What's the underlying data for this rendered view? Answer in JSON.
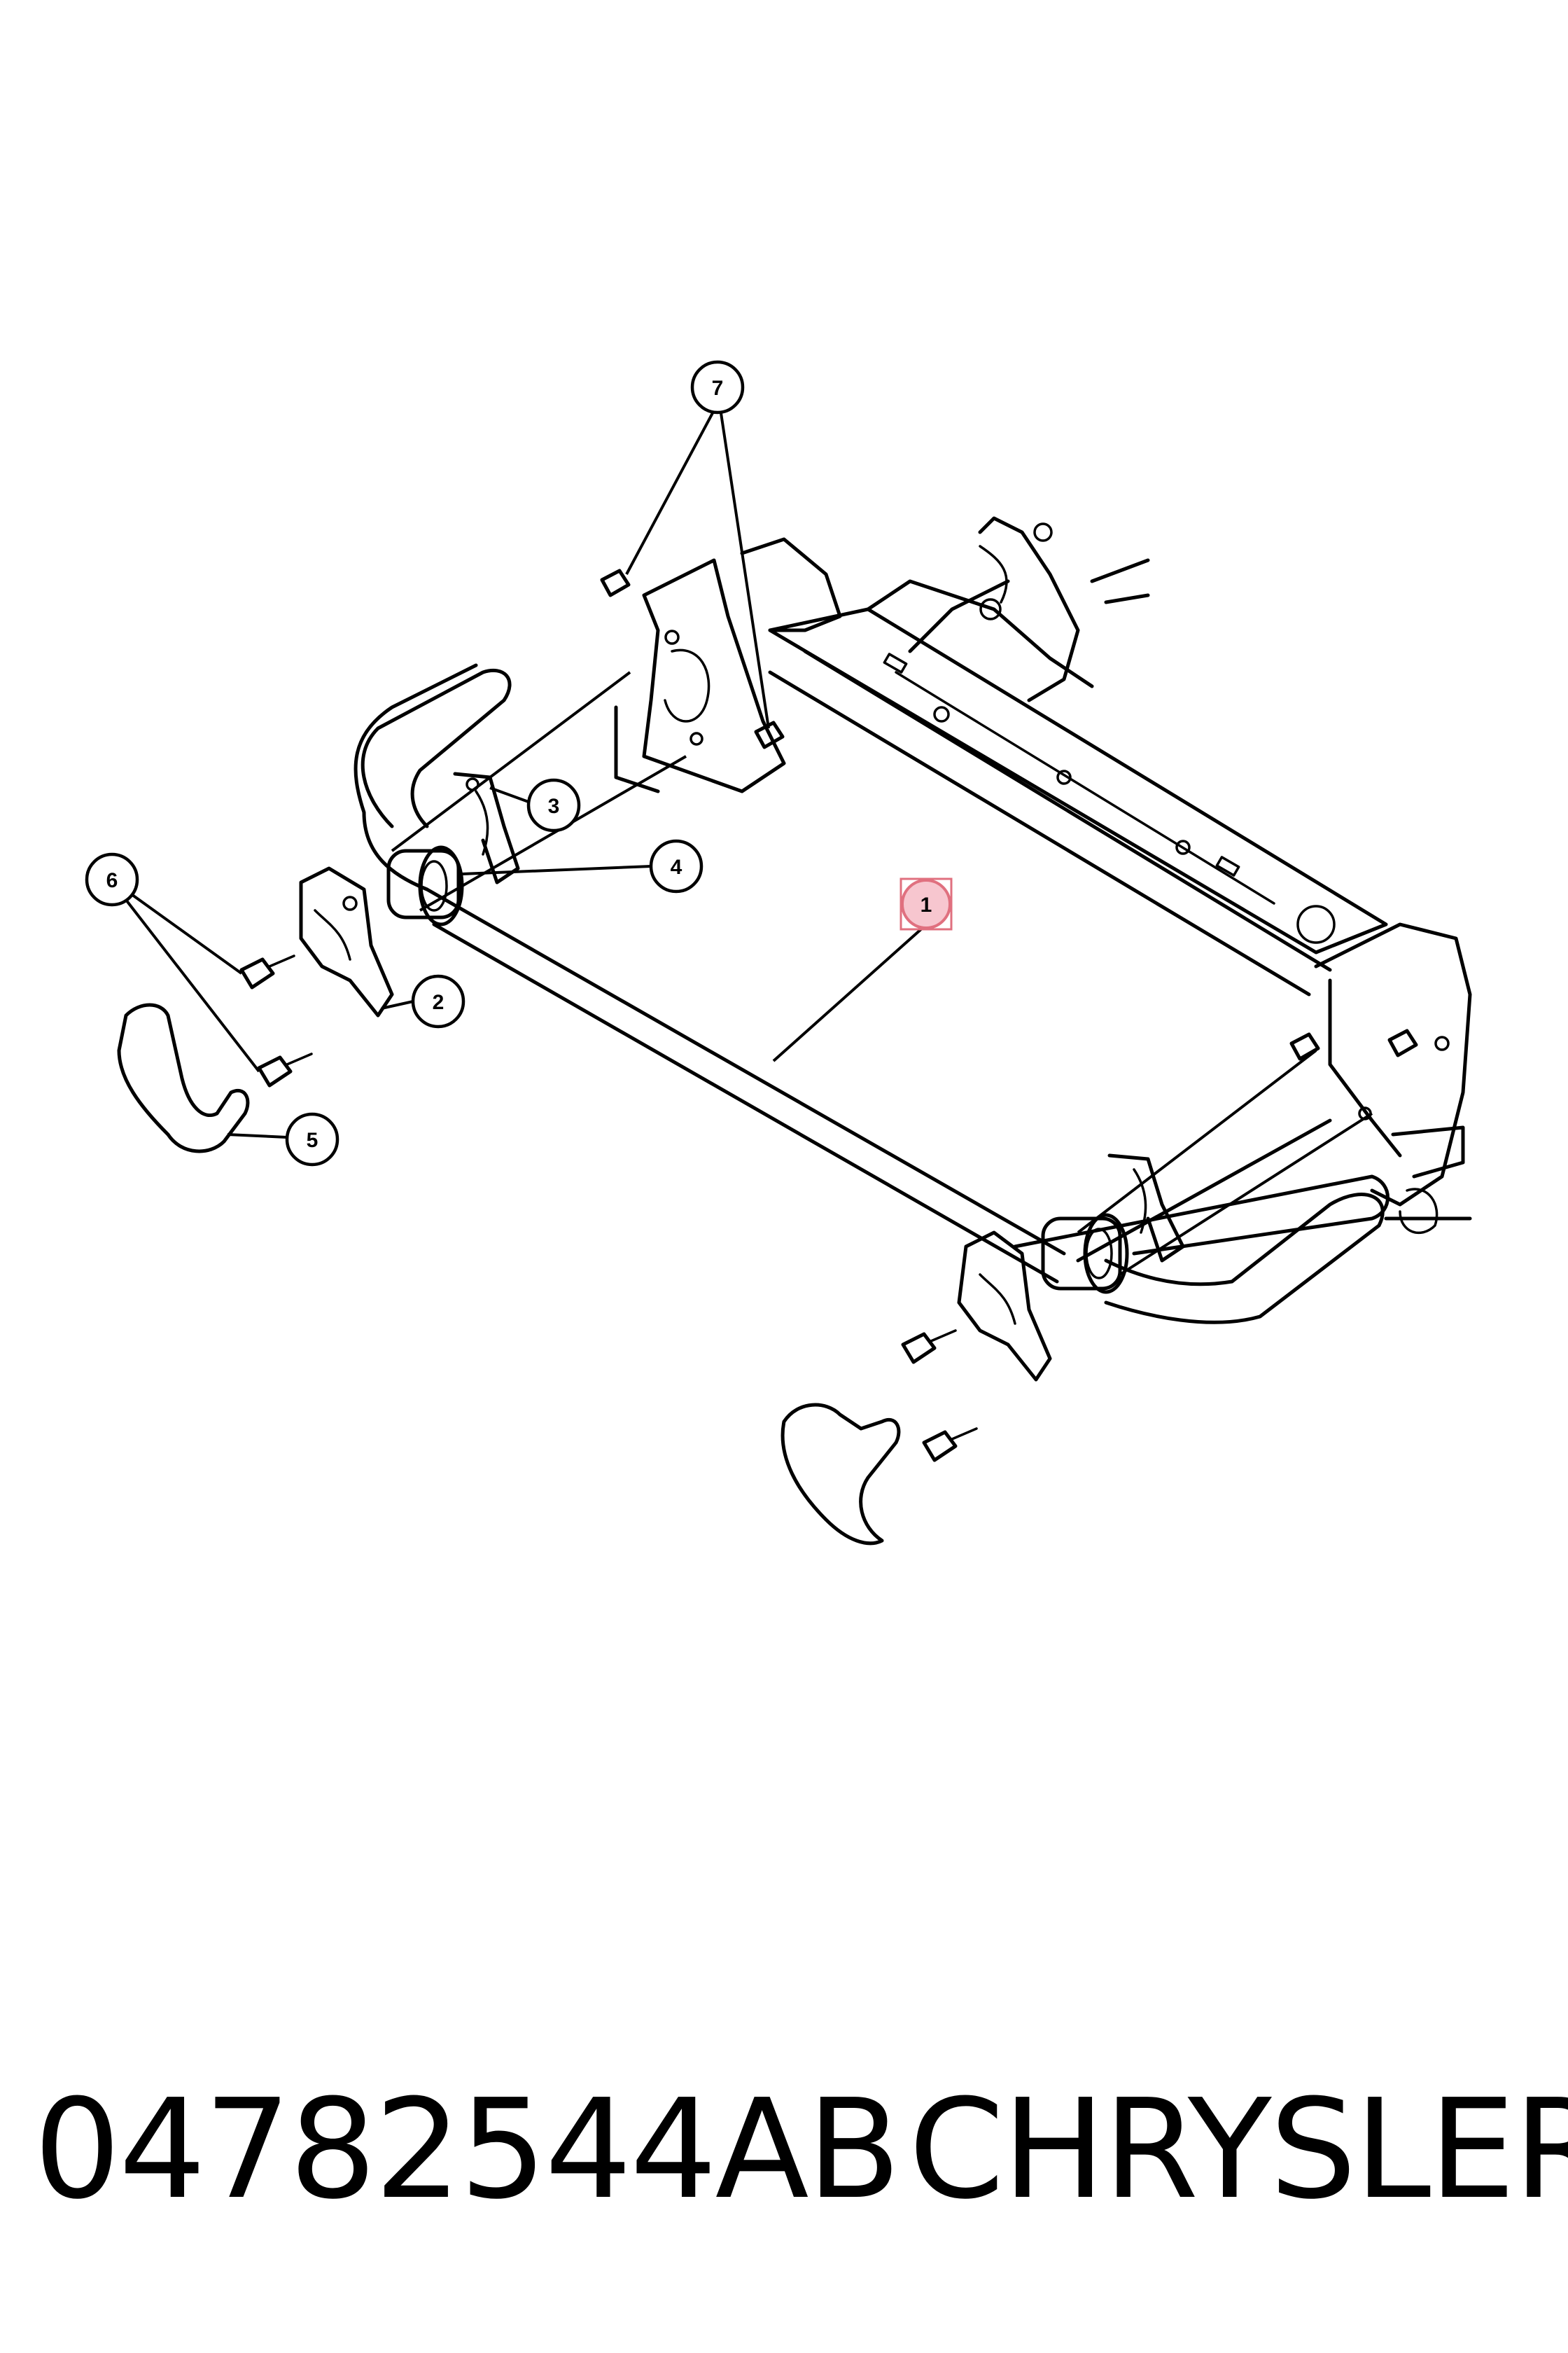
{
  "diagram": {
    "callouts": [
      {
        "id": "1",
        "label": "1",
        "highlighted": true
      },
      {
        "id": "2",
        "label": "2"
      },
      {
        "id": "3",
        "label": "3"
      },
      {
        "id": "4",
        "label": "4"
      },
      {
        "id": "5",
        "label": "5"
      },
      {
        "id": "6",
        "label": "6"
      },
      {
        "id": "7",
        "label": "7"
      }
    ],
    "highlight_color": "#f7c6cf"
  },
  "caption": {
    "part_number": "04782544AB",
    "brand": "CHRYSLER"
  }
}
